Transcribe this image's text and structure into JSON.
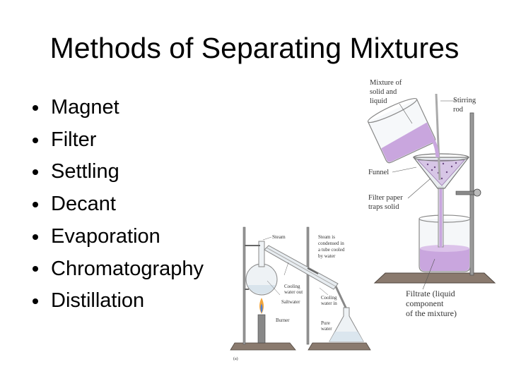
{
  "slide": {
    "title": "Methods of Separating Mixtures",
    "bullets": [
      "Magnet",
      "Filter",
      "Settling",
      "Decant",
      "Evaporation",
      "Chromatography",
      "Distillation"
    ]
  },
  "filtration_figure": {
    "labels": {
      "mixture_1": "Mixture of",
      "mixture_2": "solid and",
      "mixture_3": "liquid",
      "stirring_1": "Stirring",
      "stirring_2": "rod",
      "funnel": "Funnel",
      "filter_1": "Filter paper",
      "filter_2": "traps solid",
      "filtrate_1": "Filtrate (liquid",
      "filtrate_2": "component",
      "filtrate_3": "of the mixture)"
    },
    "liquid_color": "#c9a6de"
  },
  "distillation_figure": {
    "labels": {
      "steam": "Steam",
      "condensed_1": "Steam is",
      "condensed_2": "condensed in",
      "condensed_3": "a tube cooled",
      "condensed_4": "by water",
      "cooling_out_1": "Cooling",
      "cooling_out_2": "water out",
      "saltwater": "Saltwater",
      "cooling_in_1": "Cooling",
      "cooling_in_2": "water in",
      "burner": "Burner",
      "pure_1": "Pure",
      "pure_2": "water",
      "panel": "(a)"
    }
  }
}
